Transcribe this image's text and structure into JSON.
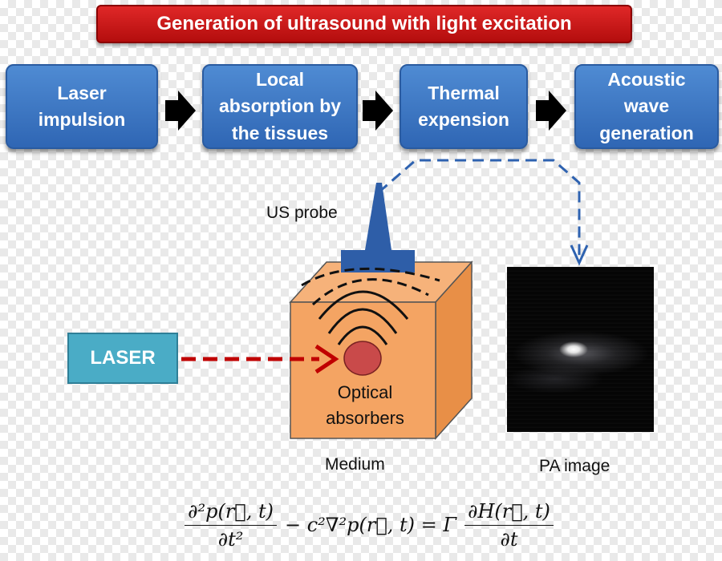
{
  "title": "Generation of ultrasound with light excitation",
  "steps": [
    {
      "lines": [
        "Laser",
        "impulsion"
      ]
    },
    {
      "lines": [
        "Local",
        "absorption by",
        "the tissues"
      ]
    },
    {
      "lines": [
        "Thermal",
        "expension"
      ]
    },
    {
      "lines": [
        "Acoustic",
        "wave",
        "generation"
      ]
    }
  ],
  "labels": {
    "us_probe": "US probe",
    "laser": "LASER",
    "optical_absorbers": [
      "Optical",
      "absorbers"
    ],
    "medium": "Medium",
    "pa_image": "PA image"
  },
  "equation": {
    "lhs_num": "∂²p(r⃗, t)",
    "lhs_den": "∂t²",
    "middle": "− c²∇²p(r⃗, t) = Γ",
    "rhs_num": "∂H(r⃗, t)",
    "rhs_den": "∂t"
  },
  "colors": {
    "title_red": "#c81414",
    "step_blue": "#3a72c0",
    "probe_blue": "#2e5ea8",
    "laser_teal": "#4aacc6",
    "cube_orange": "#f4a463",
    "absorber_red": "#c94a4a",
    "beam_red": "#c00000",
    "connector_blue": "#2e62b0"
  }
}
